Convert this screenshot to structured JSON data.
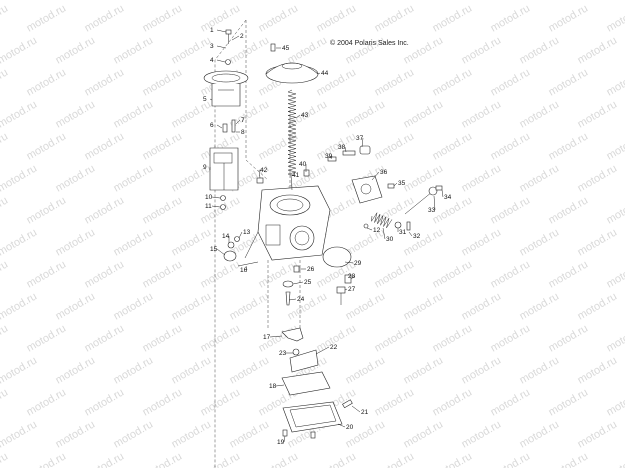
{
  "copyright": "© 2004 Polaris Sales Inc.",
  "watermark": "motod.ru",
  "callouts": [
    "1",
    "2",
    "3",
    "4",
    "5",
    "6",
    "7",
    "8",
    "9",
    "10",
    "11",
    "12",
    "13",
    "14",
    "15",
    "16",
    "17",
    "18",
    "19",
    "20",
    "21",
    "22",
    "23",
    "24",
    "25",
    "26",
    "27",
    "28",
    "29",
    "30",
    "31",
    "32",
    "33",
    "34",
    "35",
    "36",
    "37",
    "38",
    "39",
    "40",
    "41",
    "42",
    "43",
    "44",
    "45"
  ]
}
